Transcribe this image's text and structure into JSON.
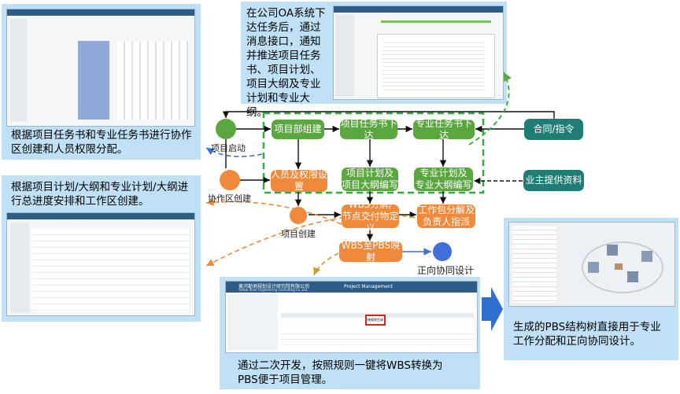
{
  "captions": {
    "top_center": "在公司OA系统下达任务后，通过消息接口，通知并推送项目任务书、项目计划、项目大纲及专业计划和专业大纲。",
    "top_left": "根据项目任务书和专业任务书进行协作区创建和人员权限分配。",
    "middle_left": "根据项目计划/大纲和专业计划/大纲进行总进度安排和工作区创建。",
    "bottom_center": "通过二次开发，按照规则一键将WBS转换为PBS便于项目管理。",
    "right": "生成的PBS结构树直接用于专业工作分配和正向协同设计。"
  },
  "nodes": {
    "n1": "项目部组建",
    "n2": "项目任务书下达",
    "n3": "专业任务书下达",
    "n4": "项目计划及\n项目大纲编写",
    "n5": "专业计划及\n专业大纲编写",
    "n6": "人员及权限设置",
    "n7": "WBS分解/\n节点交付物定义",
    "n8": "工作包分解及\n负责人指派",
    "n9": "WBS至PBS映射",
    "n10": "合同/指令",
    "n11": "业主提供资料"
  },
  "labels": {
    "start": "项目启动",
    "collab": "协作区创建",
    "create": "项目创建",
    "forward": "正向协同设计"
  },
  "screenshot": {
    "company": "黄河勘测规划设计研究院有限公司",
    "company_en": "Yellow River Engineering Consulting Co.,Ltd.",
    "module": "Project Management",
    "highlight_button": "按规则生成"
  },
  "colors": {
    "green": "#5aa63f",
    "orange": "#ef8a3c",
    "teal": "#1f7d75",
    "blue": "#3f6fd8",
    "panel": "#bfe0f5"
  }
}
